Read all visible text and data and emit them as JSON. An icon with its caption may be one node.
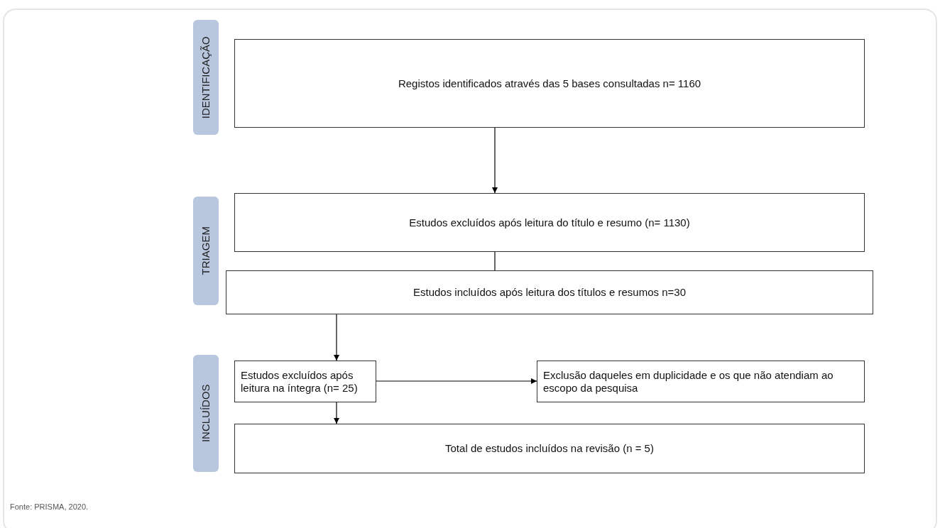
{
  "diagram": {
    "nodes": [
      {
        "text": [
          "IDENTIFICAÇÃO"
        ]
      },
      {
        "text": [
          "TRIAGEM"
        ]
      },
      {
        "text": [
          "INCLUÍDOS"
        ]
      },
      {
        "text": [
          "Registos identificados através das 5 bases consultadas n= 1160"
        ]
      },
      {
        "text": [
          "Estudos excluídos após leitura do título e resumo (n= 1130)"
        ]
      },
      {
        "text": [
          "Estudos incluídos após leitura dos títulos e resumos n=30"
        ]
      },
      {
        "text": [
          "Estudos excluídos após leitura na íntegra (n= 25)"
        ]
      },
      {
        "text": [
          "Exclusão daqueles em duplicidade e os que não atendiam ao escopo da pesquisa"
        ]
      },
      {
        "text": [
          "Total de estudos incluídos na revisão (n = 5)"
        ]
      }
    ],
    "edges": [
      {
        "from": 3,
        "to": 4,
        "arrow": "to"
      },
      {
        "from": 4,
        "to": 5,
        "arrow": "none"
      },
      {
        "from": 5,
        "to": 6,
        "arrow": "to"
      },
      {
        "from": 6,
        "to": 7,
        "arrow": "to"
      },
      {
        "from": 6,
        "to": 8,
        "arrow": "to"
      }
    ],
    "labels": [
      "Fonte: PRISMA, 2020."
    ]
  }
}
